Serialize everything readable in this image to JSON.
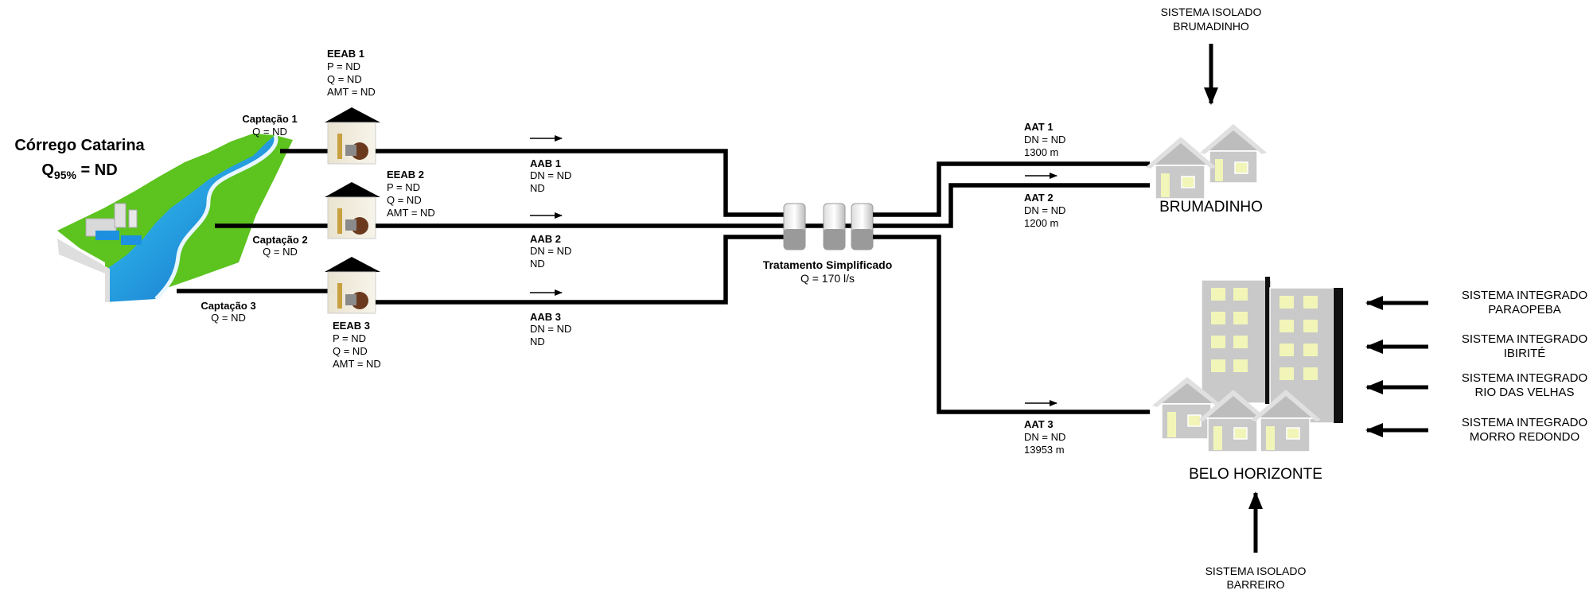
{
  "source": {
    "name": "Córrego Catarina",
    "q95_prefix": "Q",
    "q95_sub": "95%",
    "q95_value": " =  ND"
  },
  "intakes": [
    {
      "label": "Captação 1",
      "flow": "Q = ND"
    },
    {
      "label": "Captação 2",
      "flow": "Q = ND"
    },
    {
      "label": "Captação 3",
      "flow": "Q = ND"
    }
  ],
  "pump_stations": [
    {
      "label": "EEAB 1",
      "p": "P = ND",
      "q": "Q = ND",
      "amt": "AMT = ND"
    },
    {
      "label": "EEAB 2",
      "p": "P = ND",
      "q": "Q = ND",
      "amt": "AMT = ND"
    },
    {
      "label": "EEAB 3",
      "p": "P = ND",
      "q": "Q = ND",
      "amt": "AMT = ND"
    }
  ],
  "raw_mains": [
    {
      "label": "AAB 1",
      "dn": "DN = ND",
      "len": "ND"
    },
    {
      "label": "AAB 2",
      "dn": "DN = ND",
      "len": "ND"
    },
    {
      "label": "AAB 3",
      "dn": "DN = ND",
      "len": "ND"
    }
  ],
  "treatment": {
    "label": "Tratamento Simplificado",
    "flow": "Q = 170 l/s"
  },
  "treated_mains": [
    {
      "label": "AAT 1",
      "dn": "DN = ND",
      "len": "1300 m"
    },
    {
      "label": "AAT 2",
      "dn": "DN = ND",
      "len": "1200 m"
    },
    {
      "label": "AAT 3",
      "dn": "DN = ND",
      "len": "13953 m"
    }
  ],
  "cities": {
    "brumadinho": "BRUMADINHO",
    "belo_horizonte": "BELO HORIZONTE"
  },
  "external_systems": {
    "isolado_brumadinho": [
      "SISTEMA ISOLADO",
      "BRUMADINHO"
    ],
    "isolado_barreiro": [
      "SISTEMA ISOLADO",
      "BARREIRO"
    ],
    "integrados": [
      [
        "SISTEMA INTEGRADO",
        "PARAOPEBA"
      ],
      [
        "SISTEMA INTEGRADO",
        "IBIRITÉ"
      ],
      [
        "SISTEMA INTEGRADO",
        "RIO DAS VELHAS"
      ],
      [
        "SISTEMA INTEGRADO",
        "MORRO REDONDO"
      ]
    ]
  },
  "colors": {
    "river": "#1e90e0",
    "river_light": "#33c8f0",
    "grass": "#5cc31f",
    "building": "#c9c9c9",
    "window": "#f2f5b8",
    "pipe": "#000000"
  }
}
